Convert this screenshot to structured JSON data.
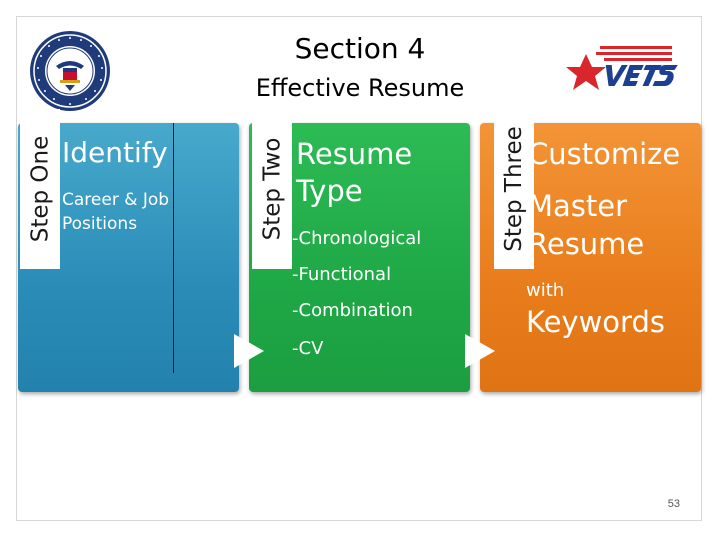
{
  "header": {
    "title": "Section 4",
    "subtitle": "Effective Resume"
  },
  "steps": [
    {
      "tab": "Step One",
      "heading": "Identify",
      "body": [
        "Career & Job",
        "Positions"
      ],
      "color": "#2a8db7"
    },
    {
      "tab": "Step Two",
      "heading": [
        "Resume",
        "Type"
      ],
      "items": [
        "-Chronological",
        "-Functional",
        "-Combination",
        "-CV"
      ],
      "color": "#1fa846"
    },
    {
      "tab": "Step Three",
      "lines": [
        "Customize",
        "Master",
        "Resume",
        "with",
        "Keywords"
      ],
      "color": "#e97d1c"
    }
  ],
  "logos": {
    "left": "department-of-labor-seal",
    "right": "vets-logo"
  },
  "footer": {
    "page_number": "53"
  }
}
